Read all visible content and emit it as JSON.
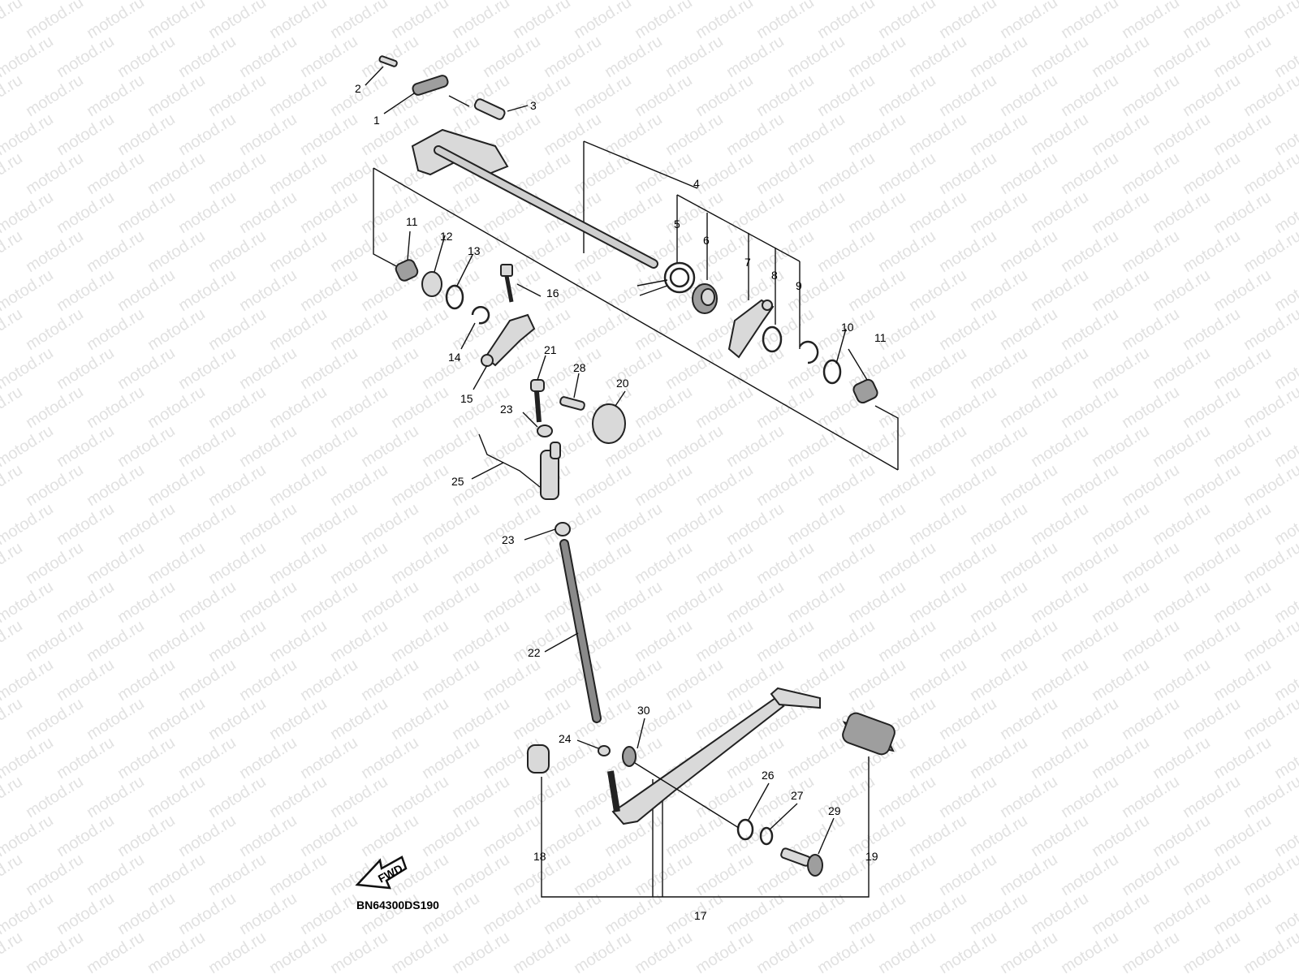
{
  "watermark": "motod.ru",
  "diagram_code": "BN64300DS190",
  "direction_arrow": {
    "label": "FWD",
    "icon": "forward-arrow-icon"
  },
  "callouts": {
    "c1": "1",
    "c2": "2",
    "c3": "3",
    "c4": "4",
    "c5": "5",
    "c6": "6",
    "c7": "7",
    "c8": "8",
    "c9": "9",
    "c10": "10",
    "c11a": "11",
    "c11b": "11",
    "c12": "12",
    "c13": "13",
    "c14": "14",
    "c15": "15",
    "c16": "16",
    "c17": "17",
    "c18": "18",
    "c19": "19",
    "c20": "20",
    "c21": "21",
    "c22": "22",
    "c23a": "23",
    "c23b": "23",
    "c24": "24",
    "c25": "25",
    "c26": "26",
    "c27": "27",
    "c28": "28",
    "c29": "29",
    "c30": "30"
  }
}
